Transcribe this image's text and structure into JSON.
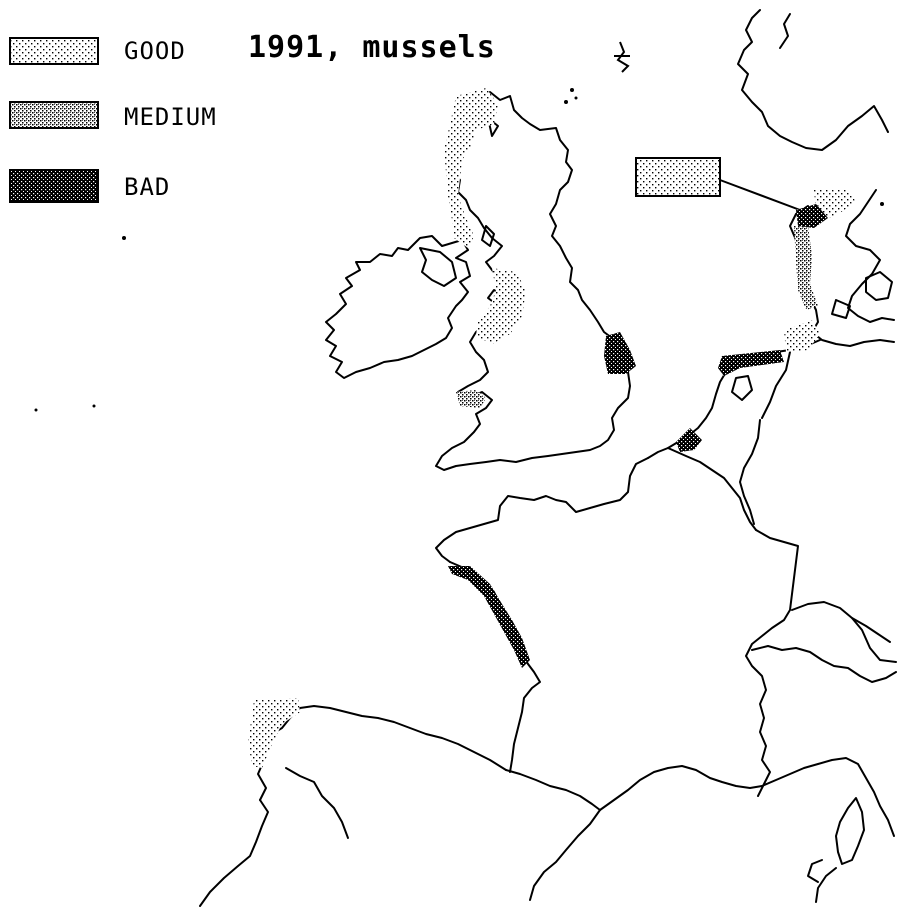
{
  "title": "1991, mussels",
  "legend": {
    "items": [
      {
        "key": "good",
        "label": "GOOD"
      },
      {
        "key": "medium",
        "label": "MEDIUM"
      },
      {
        "key": "bad",
        "label": "BAD"
      }
    ]
  },
  "colors": {
    "line": "#000000",
    "background": "#ffffff"
  }
}
